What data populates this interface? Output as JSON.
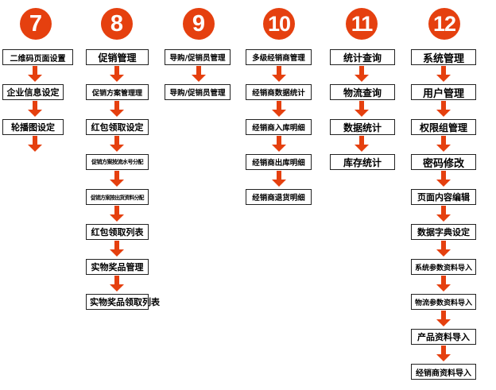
{
  "colors": {
    "accent": "#e5400f",
    "box_border": "#222222"
  },
  "columns": [
    {
      "number": "7",
      "items": [
        "二维码页面设置",
        "企业信息设定",
        "轮播图设定"
      ],
      "trailing_arrow": true
    },
    {
      "number": "8",
      "items": [
        "促销管理",
        "促销方案管理理",
        "红包领取设定",
        "促销方案按流水号分配",
        "促销方案按出货资料分配",
        "红包领取列表",
        "实物奖品管理",
        "实物奖品领取列表"
      ],
      "trailing_arrow": false
    },
    {
      "number": "9",
      "items": [
        "导购/促销员管理",
        "导购/促销员管理"
      ],
      "trailing_arrow": false
    },
    {
      "number": "10",
      "items": [
        "多级经销商管理",
        "经销商数据统计",
        "经销商入库明细",
        "经销商出库明细",
        "经销商退货明细"
      ],
      "trailing_arrow": false
    },
    {
      "number": "11",
      "items": [
        "统计查询",
        "物流查询",
        "数据统计",
        "库存统计"
      ],
      "trailing_arrow": false
    },
    {
      "number": "12",
      "items": [
        "系统管理",
        "用户管理",
        "权限组管理",
        "密码修改",
        "页面内容编辑",
        "数据字典设定",
        "系统参数资料导入",
        "物流参数资料导入",
        "产品资料导入",
        "经销商资料导入"
      ],
      "trailing_arrow": false
    }
  ]
}
